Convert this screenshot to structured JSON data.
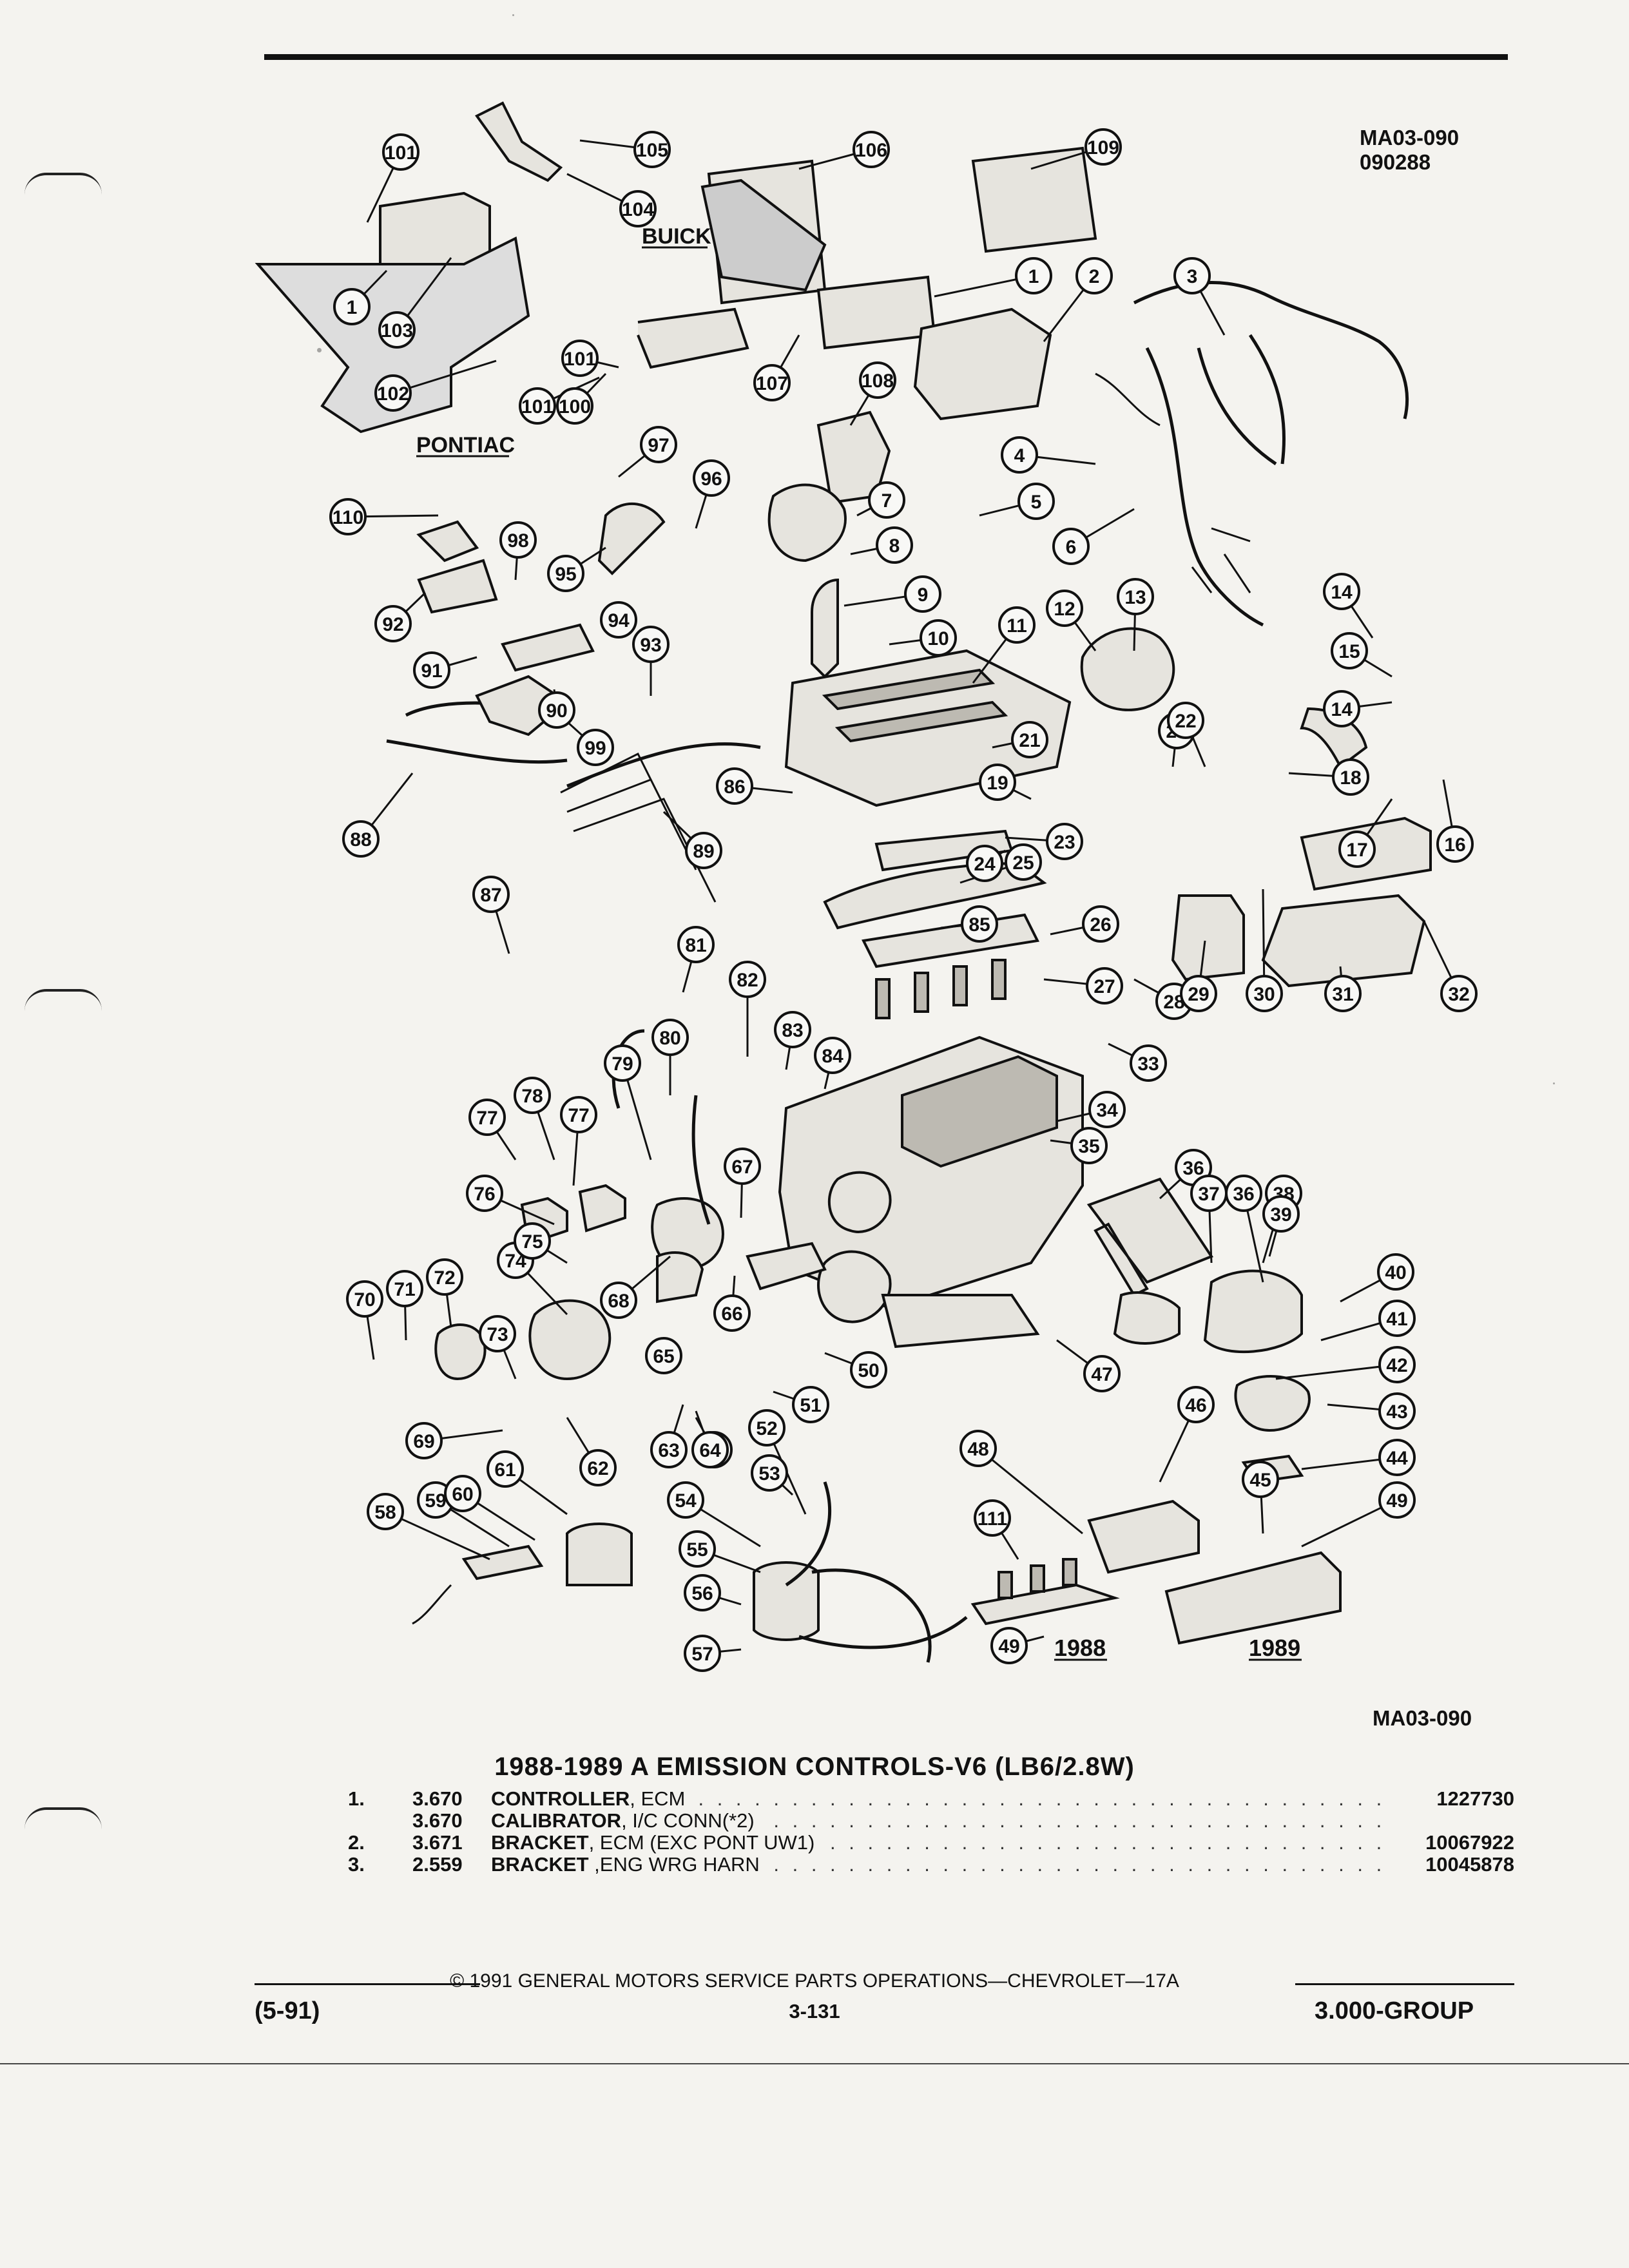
{
  "header": {
    "figure_code": "MA03-090",
    "figure_date": "090288"
  },
  "diagram": {
    "labels": {
      "buick": "BUICK",
      "pontiac": "PONTIAC",
      "year_1988": "1988",
      "year_1989": "1989"
    },
    "callouts": [
      "101",
      "105",
      "106",
      "109",
      "104",
      "1",
      "103",
      "102",
      "100",
      "101",
      "101",
      "107",
      "108",
      "1",
      "2",
      "3",
      "4",
      "5",
      "6",
      "7",
      "8",
      "9",
      "10",
      "11",
      "12",
      "13",
      "14",
      "15",
      "14",
      "16",
      "17",
      "18",
      "19",
      "20",
      "21",
      "22",
      "23",
      "24",
      "25",
      "26",
      "27",
      "28",
      "29",
      "30",
      "31",
      "32",
      "33",
      "34",
      "35",
      "36",
      "37",
      "36",
      "38",
      "39",
      "40",
      "41",
      "42",
      "43",
      "44",
      "45",
      "46",
      "47",
      "48",
      "49",
      "49",
      "50",
      "51",
      "52",
      "53",
      "54",
      "55",
      "56",
      "57",
      "58",
      "59",
      "60",
      "61",
      "62",
      "63",
      "64",
      "64",
      "65",
      "66",
      "67",
      "68",
      "69",
      "70",
      "71",
      "72",
      "73",
      "74",
      "75",
      "76",
      "77",
      "77",
      "78",
      "79",
      "80",
      "81",
      "82",
      "83",
      "84",
      "85",
      "86",
      "87",
      "88",
      "89",
      "90",
      "91",
      "92",
      "93",
      "94",
      "95",
      "96",
      "97",
      "98",
      "99",
      "110",
      "111",
      "28"
    ]
  },
  "figure_code_bottom": "MA03-090",
  "section_title": "1988-1989 A EMISSION CONTROLS-V6 (LB6/2.8W)",
  "parts": [
    {
      "num": "1.",
      "group": "3.670",
      "name": "CONTROLLER",
      "detail": ", ECM",
      "part_no": "1227730"
    },
    {
      "num": "",
      "group": "3.670",
      "name": "CALIBRATOR",
      "detail": ", I/C CONN(*2)",
      "part_no": ""
    },
    {
      "num": "2.",
      "group": "3.671",
      "name": "BRACKET",
      "detail": ", ECM (EXC PONT UW1)",
      "part_no": "10067922"
    },
    {
      "num": "3.",
      "group": "2.559",
      "name": "BRACKET",
      "detail": " ,ENG WRG HARN",
      "part_no": "10045878"
    }
  ],
  "footer": {
    "copyright": "© 1991 GENERAL MOTORS SERVICE PARTS OPERATIONS—CHEVROLET—17A",
    "date_code": "(5-91)",
    "page": "3-131",
    "group": "3.000-GROUP"
  }
}
